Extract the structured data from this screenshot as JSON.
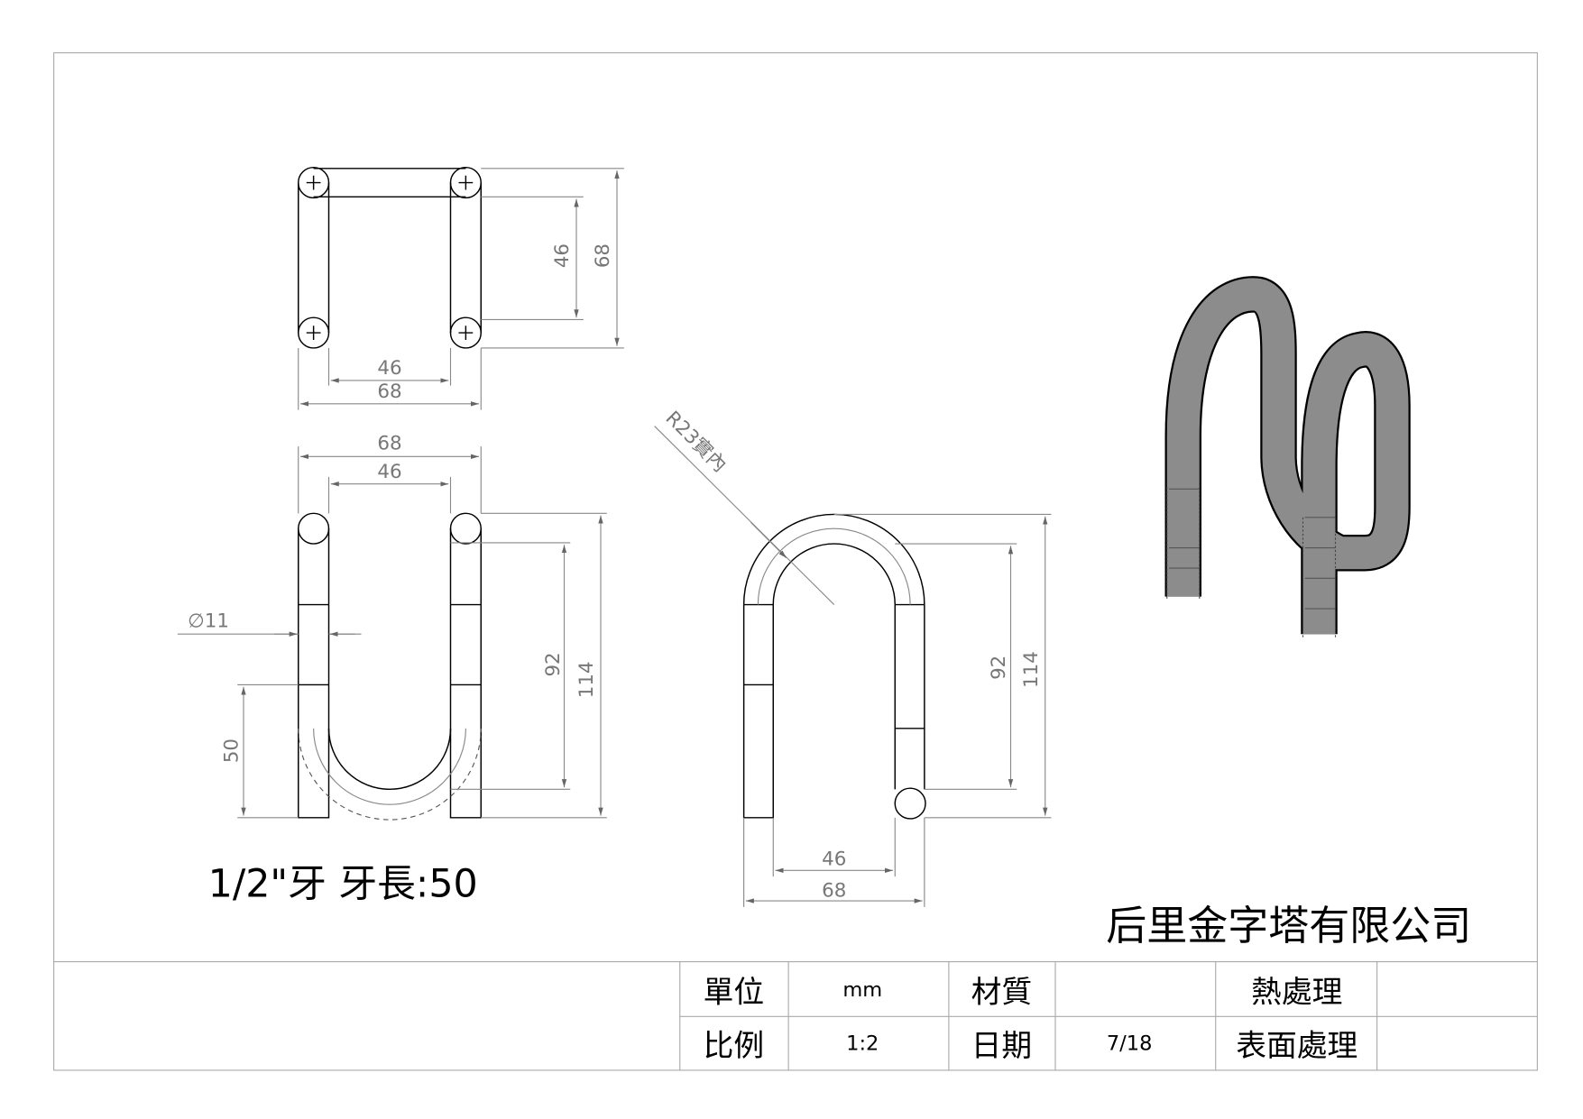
{
  "drawing": {
    "note": "1/2\"牙 牙長:50",
    "company": "后里金字塔有限公司",
    "radius_callout": "R23實內",
    "top_view": {
      "dim_inner_v": "46",
      "dim_outer_v": "68",
      "dim_inner_h": "46",
      "dim_outer_h": "68"
    },
    "front_view": {
      "dim_outer_w": "68",
      "dim_inner_w": "46",
      "dim_diameter": "∅11",
      "dim_thread": "50",
      "dim_inner_h": "92",
      "dim_outer_h": "114"
    },
    "side_view": {
      "dim_inner_h": "92",
      "dim_outer_h": "114",
      "dim_inner_w": "46",
      "dim_outer_w": "68"
    }
  },
  "title_block": {
    "unit_label": "單位",
    "unit_value": "mm",
    "material_label": "材質",
    "material_value": "",
    "heat_label": "熱處理",
    "heat_value": "",
    "scale_label": "比例",
    "scale_value": "1:2",
    "date_label": "日期",
    "date_value": "7/18",
    "surface_label": "表面處理",
    "surface_value": ""
  },
  "colors": {
    "part": "#8c8c8c",
    "dim": "#777777"
  }
}
